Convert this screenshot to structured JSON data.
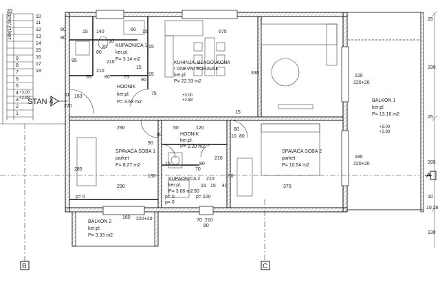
{
  "stan_label": "STAN 4",
  "entry_levels": [
    "+3.00",
    "+2.88"
  ],
  "axes": {
    "left": "B",
    "middle": "C",
    "right": "A"
  },
  "rooms": {
    "kupaonica1": [
      "KUPAONICA 1",
      "ker.pl.",
      "P= 3.14 m2"
    ],
    "kuhinja": [
      "KUHINJA, BLAGOVAONA",
      "I DNEVNI BORAVAK",
      "ker.pl.",
      "P= 22.33 m2"
    ],
    "hodnik1": [
      "HODNIK",
      "ker.pl.",
      "P= 3.63 m2"
    ],
    "hodnik2": [
      "HODNIK",
      "ker.pl.",
      "P= 2.20 m2"
    ],
    "spavaca1": [
      "SPAVAĆA SOBA 1",
      "parket",
      "P= 8.27 m2"
    ],
    "spavaca2": [
      "SPAVAĆA SOBA 2",
      "parket",
      "P= 10.54 m2"
    ],
    "kupaonica2": [
      "KUPAONICA 2",
      "ker.pl.",
      "P= 3.66 m2"
    ],
    "balkon1": [
      "BALKON 1",
      "ker.pl.",
      "P= 13.16 m2"
    ],
    "balkon2": [
      "BALKON 2",
      "ker.pl.",
      "P= 3.33 m2"
    ]
  },
  "room_levels": {
    "kuhinja": [
      "+3.00",
      "+2.88"
    ],
    "balkon1": [
      "+3.00",
      "+2.88"
    ]
  },
  "dims": {
    "top_60": "60",
    "top_80": "80",
    "top_140": "140",
    "top_60b": "60",
    "top_675": "675",
    "d15a": "15",
    "d15b": "15",
    "d15c": "15",
    "d15d": "15",
    "d15e": "15",
    "d210a": "210",
    "d210b": "210",
    "d80a": "80",
    "d20": "20",
    "d10": "10",
    "d55": "55",
    "d80b": "80",
    "d75": "75",
    "d90": "90",
    "d95": "95",
    "d75b": "75",
    "d163": "163",
    "d330": "330",
    "d220": "220",
    "d2202": "220+20",
    "d11": "11",
    "d220b": "220",
    "d15f": "15",
    "d290a": "290",
    "d120": "120",
    "d80c": "80",
    "d50": "50",
    "d80d": "80",
    "d10b": "10",
    "d80e": "80",
    "d90b": "90",
    "d285": "285",
    "d190": "190",
    "d290b": "290",
    "d370": "370",
    "d180": "180",
    "d2202b": "220+20",
    "d190b": "190",
    "d210c": "210",
    "d80f": "80",
    "d70": "70",
    "d15g": "15",
    "d210d": "210",
    "d40": "40",
    "d15h": "15",
    "d15i": "15",
    "d90c": "90",
    "p0a": "p= 0",
    "p0b": "p= 0",
    "p0c": "p= 0",
    "p220": "p= 220",
    "d2202c": "220+20",
    "d160": "160",
    "d70b": "70",
    "d80g": "80",
    "d210e": "210",
    "r25": "25",
    "r330": "330",
    "r25b": "25",
    "r285": "285",
    "r10": "10",
    "r1025": "10,25",
    "r130": "130",
    "r20": "20",
    "s1": "1",
    "s2": "2",
    "s3": "3",
    "s4": "4",
    "s5": "5",
    "s6": "6",
    "s7": "7",
    "s8": "8",
    "s9": "9",
    "s10": "10",
    "s11": "11",
    "s12": "12",
    "s13": "13",
    "s14": "14",
    "s15": "15",
    "s16": "16",
    "s17": "17",
    "s18": "18",
    "stairlbl": "18x(17,5x20)"
  }
}
